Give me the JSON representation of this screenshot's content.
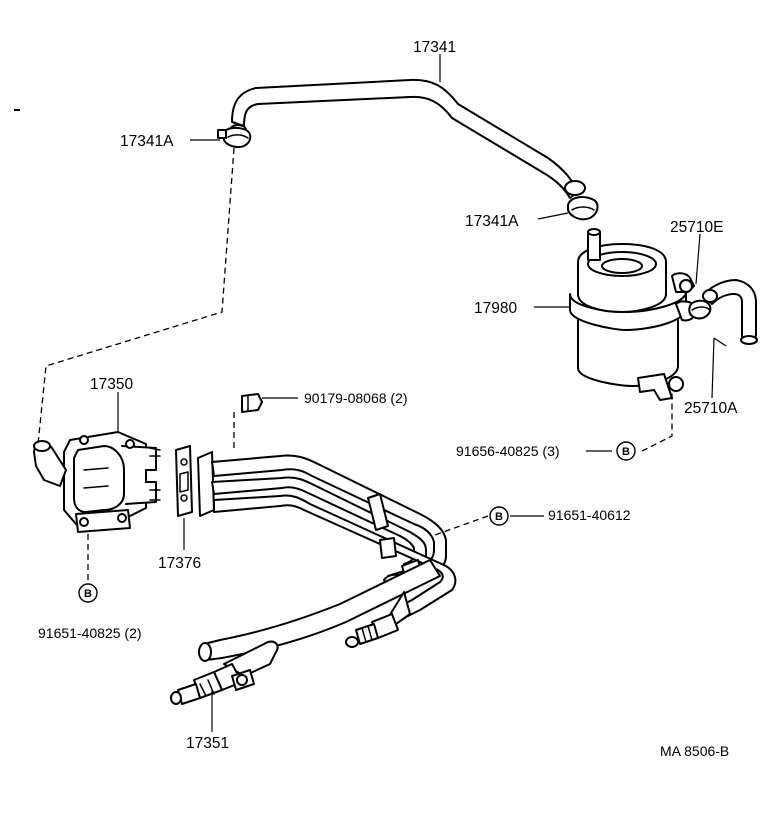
{
  "parts": {
    "p17341": "17341",
    "p17341A_top": "17341A",
    "p17341A_mid": "17341A",
    "p25710E": "25710E",
    "p17980": "17980",
    "p25710A": "25710A",
    "p17350": "17350",
    "p90179": "90179-08068 (2)",
    "p91656": "91656-40825 (3)",
    "p91651_right": "91651-40612",
    "p17376": "17376",
    "p91651_left": "91651-40825 (2)",
    "p17351": "17351"
  },
  "markers": {
    "bolt_symbol": "B"
  },
  "footer": {
    "code": "MA  8506-B"
  }
}
